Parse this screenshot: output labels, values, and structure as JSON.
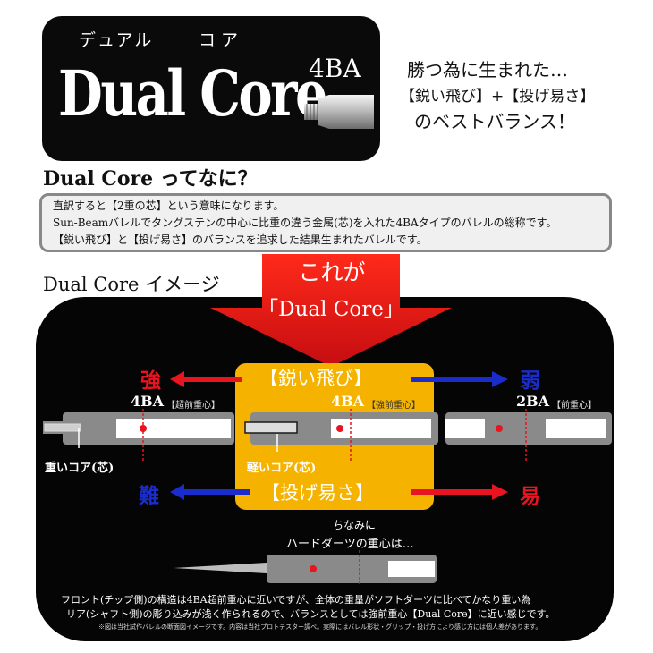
{
  "logo": {
    "ruby_left": "デュアル",
    "ruby_right": "コア",
    "title": "Dual Core",
    "thread": "4BA"
  },
  "tagline": {
    "line1": "勝つ為に生まれた…",
    "line2": "【鋭い飛び】+【投げ易さ】",
    "line3": "のベストバランス！"
  },
  "what": {
    "heading": "Dual Core ってなに？",
    "lines": [
      "直訳すると【2重の芯】という意味になります。",
      "Sun-Beamバレルでタングステンの中心に比重の違う金属(芯)を入れた4BAタイプのバレルの総称です。",
      "【鋭い飛び】と【投げ易さ】のバランスを追求した結果生まれたバレルです。"
    ]
  },
  "image": {
    "heading": "Dual Core イメージ",
    "arrow_line1": "これが",
    "arrow_line2": "「Dual Core」",
    "top_center": "【鋭い飛び】",
    "bottom_center": "【投げ易さ】",
    "left_top": "強",
    "right_top": "弱",
    "left_bottom": "難",
    "right_bottom": "易",
    "left_ba": "4BA",
    "left_ba_note": "【超前重心】",
    "center_ba": "4BA",
    "center_ba_note": "【強前重心】",
    "right_ba": "2BA",
    "right_ba_note": "【前重心】",
    "left_core": "重いコア(芯)",
    "center_core": "軽いコア(芯)",
    "by_the_way": "ちなみに",
    "hard_darts": "ハードダーツの重心は…",
    "note1": "フロント(チップ側)の構造は4BA超前重心に近いですが、全体の重量がソフトダーツに比べてかなり重い為",
    "note2": "リア(シャフト側)の彫り込みが浅く作られるので、バランスとしては強前重心【Dual Core】に近い感じです。",
    "footnote": "※図は当社試作バレルの断面図イメージです。内容は当社プロトテスター調べ。実際にはバレル形状・グリップ・投げ方により感じ方には個人差があります。"
  },
  "colors": {
    "accent_red": "#e8141f",
    "accent_blue": "#1a2ccc",
    "highlight_yellow": "#f5b300",
    "panel": "#050505"
  }
}
